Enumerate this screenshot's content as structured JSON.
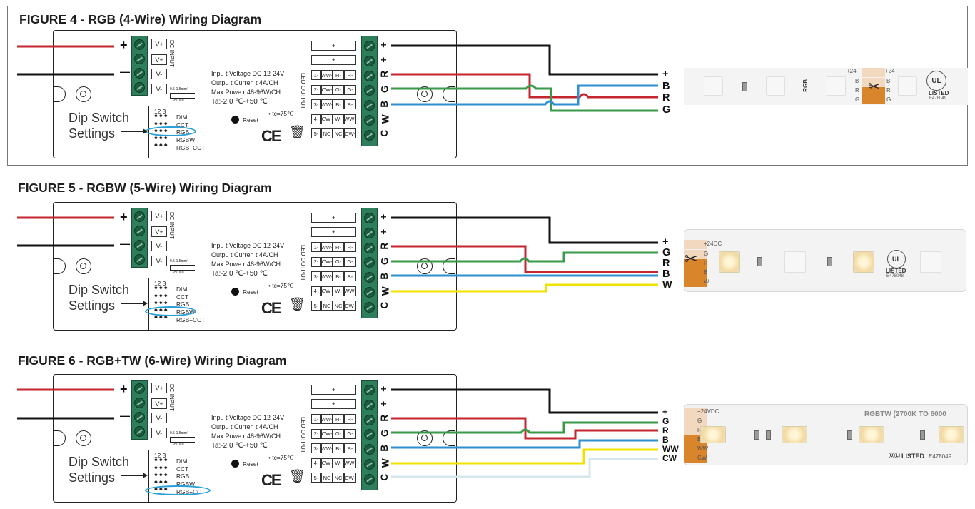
{
  "figures": [
    {
      "title": "FIGURE 4 - RGB (4-Wire) Wiring Diagram",
      "strip_labels": [
        "+",
        "B",
        "R",
        "G"
      ],
      "strip_pads": [
        "+24",
        "B",
        "R",
        "G",
        "+24",
        "B",
        "R",
        "G"
      ],
      "strip_brand": "RGB",
      "ul_text": "LISTED",
      "ul_number": "E478049",
      "selected_mode": "RGB"
    },
    {
      "title": "FIGURE 5 - RGBW (5-Wire) Wiring Diagram",
      "strip_labels": [
        "+",
        "G",
        "R",
        "B",
        "W"
      ],
      "strip_pads": [
        "+24DC",
        "G",
        "R",
        "B",
        "W"
      ],
      "ul_text": "LISTED",
      "ul_number": "E478048",
      "selected_mode": "RGBW"
    },
    {
      "title": "FIGURE 6 - RGB+TW (6-Wire) Wiring Diagram",
      "strip_labels": [
        "+",
        "G",
        "R",
        "B",
        "WW",
        "CW"
      ],
      "strip_pads": [
        "+24VDC",
        "G",
        "R",
        "B",
        "WW",
        "CW"
      ],
      "strip_brand": "RGBTW (2700K TO 6000",
      "ul_text": "LISTED",
      "ul_number": "E478049",
      "selected_mode": "RGB+CCT"
    }
  ],
  "controller": {
    "input_plus": "+",
    "input_minus": "—",
    "v_terminals": [
      "V+",
      "V+",
      "V-",
      "V-"
    ],
    "dc_input_label": "DC INPUT",
    "led_output_label": "LED OUTPUT",
    "wire_gauge": "0.5-1.5mm²",
    "strip_length": "6-7mm",
    "specs": [
      "Inpu t Voltage  DC 12-24V",
      "Outpu t Curren t 4A/CH",
      "Max Powe r 48-96W/CH",
      "Ta:-2 0 ℃-+50 ℃"
    ],
    "tc": "• tc=75℃",
    "reset": "Reset",
    "ce": "CE",
    "dip_title": "Dip Switch\nSettings",
    "dip_numbers": "12    3",
    "dip_modes": [
      "DIM",
      "CCT",
      "RGB",
      "RGBW",
      "RGB+CCT"
    ],
    "output_plus_rows": [
      "+",
      "+"
    ],
    "channel_numbers": [
      "1-",
      "2-",
      "3-",
      "4-",
      "5-"
    ],
    "channel_cells": [
      [
        "WW-",
        "R-",
        "R-"
      ],
      [
        "CW-",
        "G-",
        "G-"
      ],
      [
        "WW-",
        "B-",
        "B-"
      ],
      [
        "CW-",
        "W-",
        "WW-"
      ],
      [
        "NC",
        "NC",
        "CW-"
      ]
    ],
    "output_terminal_labels": [
      "+",
      "+",
      "R",
      "G",
      "B",
      "W",
      "C"
    ]
  },
  "colors": {
    "red": "#c4262e",
    "black": "#111111",
    "green": "#3a9a4a",
    "blue": "#2f8fcf",
    "yellow": "#f2e200",
    "cw": "#d5e7ec",
    "terminal": "#2e7d5b",
    "highlight": "#2a9fd6"
  }
}
